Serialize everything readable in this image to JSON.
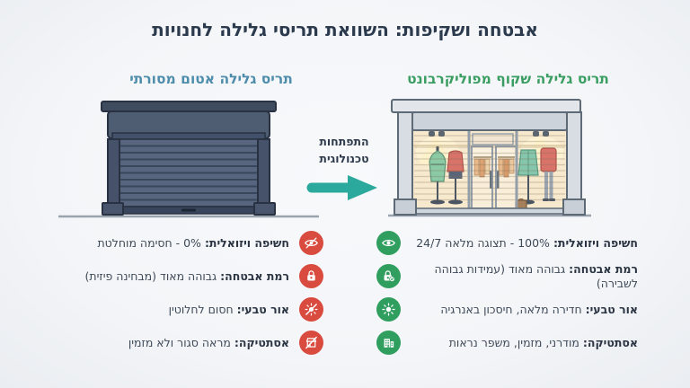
{
  "page": {
    "title": "אבטחה ושקיפות: השוואת תריסי גלילה לחנויות"
  },
  "evolution": {
    "line1": "התפתחות",
    "line2": "טכנולוגית",
    "arrow_direction": "right"
  },
  "colors": {
    "background": "#f3f5f8",
    "title": "#2c3a4e",
    "left_header": "#4d8cab",
    "right_header": "#3a9d62",
    "arrow": "#2aa99c",
    "negative_icon": "#d94b3f",
    "positive_icon": "#2f9e5f"
  },
  "left_column": {
    "header": "תריס גלילה אטום מסורתי",
    "illustration": "closed-opaque-roller-shutter",
    "rows": [
      {
        "icon": "eye-off-icon",
        "label": "חשיפה ויזואלית:",
        "value": "0% - חסימה מוחלטת"
      },
      {
        "icon": "lock-icon",
        "label": "רמת אבטחה:",
        "value": "גבוהה מאוד (מבחינה פיזית)"
      },
      {
        "icon": "sun-off-icon",
        "label": "אור טבעי:",
        "value": "חסום לחלוטין"
      },
      {
        "icon": "storefront-off-icon",
        "label": "אסתטיקה:",
        "value": "מראה סגור ולא מזמין"
      }
    ]
  },
  "right_column": {
    "header": "תריס גלילה שקוף מפוליקרבונט",
    "illustration": "transparent-polycarbonate-shutter-storefront",
    "rows": [
      {
        "icon": "eye-icon",
        "label": "חשיפה ויזואלית:",
        "value": "100% - תצוגה מלאה 24/7"
      },
      {
        "icon": "lock-check-icon",
        "label": "רמת אבטחה:",
        "value": "גבוהה מאוד (עמידות גבוהה לשבירה)"
      },
      {
        "icon": "sun-icon",
        "label": "אור טבעי:",
        "value": "חדירה מלאה, חיסכון באנרגיה"
      },
      {
        "icon": "buildings-icon",
        "label": "אסתטיקה:",
        "value": "מודרני, מזמין, משפר נראות"
      }
    ]
  }
}
